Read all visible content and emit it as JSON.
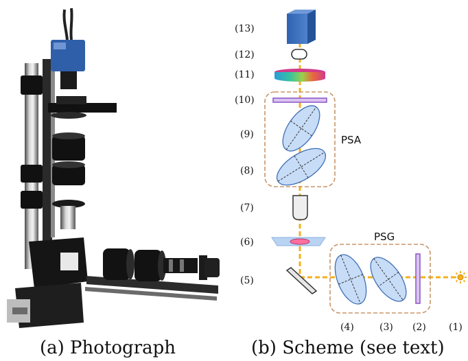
{
  "captions": {
    "a": "(a) Photograph",
    "b": "(b) Scheme (see text)"
  },
  "scheme": {
    "labels": [
      "(1)",
      "(2)",
      "(3)",
      "(4)",
      "(5)",
      "(6)",
      "(7)",
      "(8)",
      "(9)",
      "(10)",
      "(11)",
      "(12)",
      "(13)"
    ],
    "psa_label": "PSA",
    "psg_label": "PSG"
  },
  "colors": {
    "beam": "#f2b01e",
    "box_border": "#c8956a",
    "lens_fill": "#c7dcf7",
    "lens_stroke": "#3f6fb5",
    "camera": "#3b6fb8",
    "polarizer": "#8a55c8",
    "sample": "#ff6fa0"
  },
  "icons": {
    "light_source": "sun-icon",
    "camera": "camera-icon"
  }
}
